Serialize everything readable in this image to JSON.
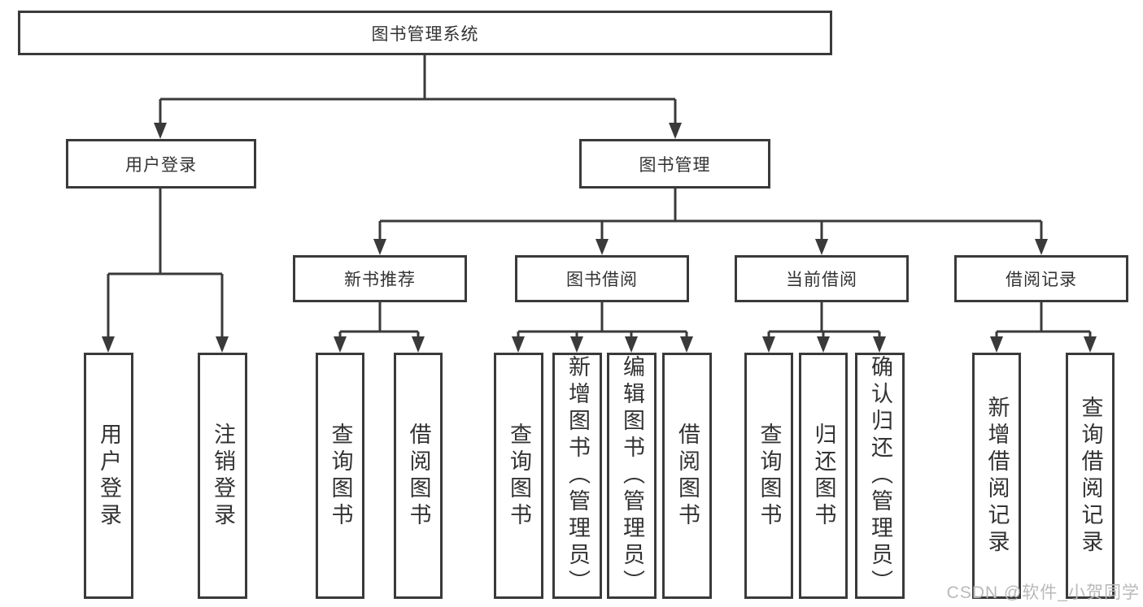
{
  "tree": {
    "label": "图书管理系统",
    "children": [
      {
        "label": "用户登录",
        "children": [
          {
            "label": "用户登录"
          },
          {
            "label": "注销登录"
          }
        ]
      },
      {
        "label": "图书管理",
        "children": [
          {
            "label": "新书推荐",
            "children": [
              {
                "label": "查询图书"
              },
              {
                "label": "借阅图书"
              }
            ]
          },
          {
            "label": "图书借阅",
            "children": [
              {
                "label": "查询图书"
              },
              {
                "label": "新增图书（管理员）"
              },
              {
                "label": "编辑图书（管理员）"
              },
              {
                "label": "借阅图书"
              }
            ]
          },
          {
            "label": "当前借阅",
            "children": [
              {
                "label": "查询图书"
              },
              {
                "label": "归还图书"
              },
              {
                "label": "确认归还（管理员）"
              }
            ]
          },
          {
            "label": "借阅记录",
            "children": [
              {
                "label": "新增借阅记录"
              },
              {
                "label": "查询借阅记录"
              }
            ]
          }
        ]
      }
    ]
  },
  "watermark": {
    "text": "CSDN @软件_小贺同学"
  },
  "colors": {
    "line": "#3a3a3a",
    "box_border": "#3a3a3a",
    "text": "#333333",
    "watermark": "#b9b9b9",
    "background": "#ffffff"
  }
}
